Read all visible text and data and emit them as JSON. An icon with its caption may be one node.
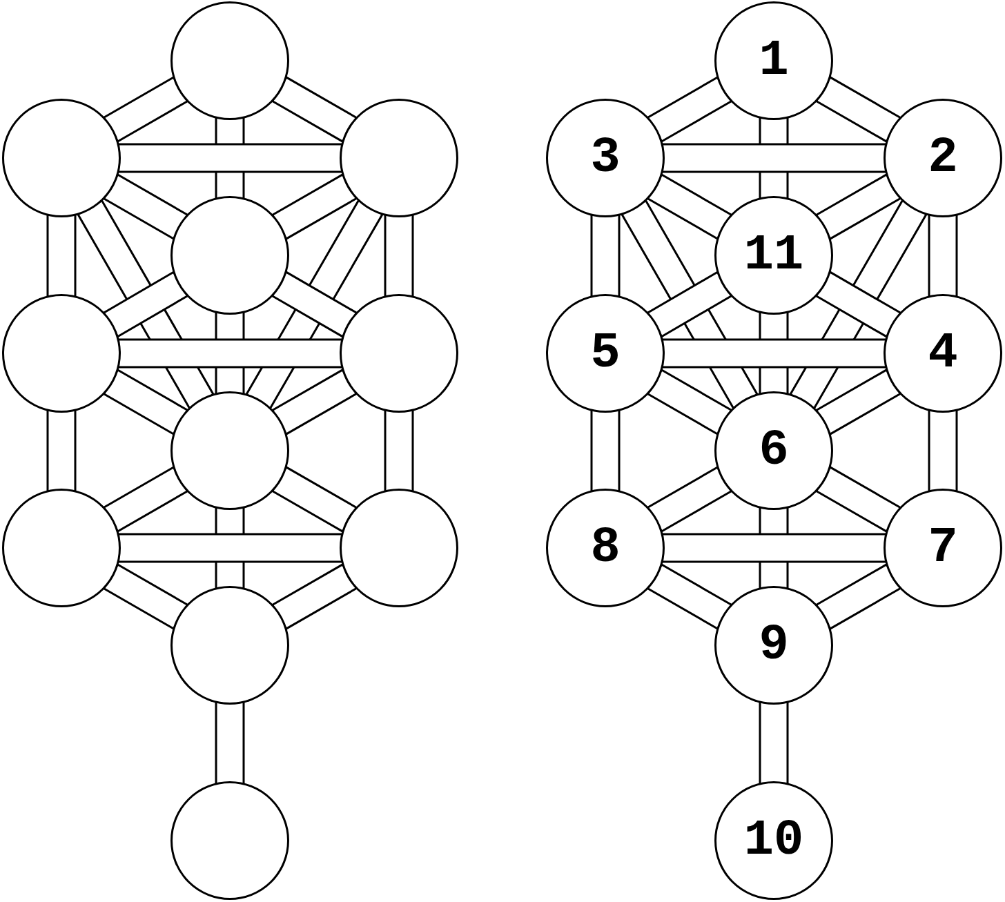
{
  "diagram": {
    "nodes": [
      {
        "text": [],
        "shape": "circle"
      },
      {
        "text": [],
        "shape": "circle"
      },
      {
        "text": [],
        "shape": "circle"
      },
      {
        "text": [],
        "shape": "circle"
      },
      {
        "text": [],
        "shape": "circle"
      },
      {
        "text": [],
        "shape": "circle"
      },
      {
        "text": [],
        "shape": "circle"
      },
      {
        "text": [],
        "shape": "circle"
      },
      {
        "text": [],
        "shape": "circle"
      },
      {
        "text": [],
        "shape": "circle"
      },
      {
        "text": [],
        "shape": "circle"
      },
      {
        "text": [
          "1"
        ]
      },
      {
        "text": [
          "3"
        ]
      },
      {
        "text": [
          "2"
        ]
      },
      {
        "text": [
          "11"
        ]
      },
      {
        "text": [
          "5"
        ]
      },
      {
        "text": [
          "4"
        ]
      },
      {
        "text": [
          "6"
        ]
      },
      {
        "text": [
          "8"
        ]
      },
      {
        "text": [
          "7"
        ]
      },
      {
        "text": [
          "9"
        ]
      },
      {
        "text": [
          "10"
        ]
      }
    ],
    "edges": [
      {
        "from": 0,
        "to": 1,
        "arrow": "none"
      },
      {
        "from": 0,
        "to": 2,
        "arrow": "none"
      },
      {
        "from": 0,
        "to": 3,
        "arrow": "none"
      },
      {
        "from": 1,
        "to": 2,
        "arrow": "none"
      },
      {
        "from": 1,
        "to": 3,
        "arrow": "none"
      },
      {
        "from": 2,
        "to": 3,
        "arrow": "none"
      },
      {
        "from": 1,
        "to": 6,
        "arrow": "none"
      },
      {
        "from": 2,
        "to": 6,
        "arrow": "none"
      },
      {
        "from": 1,
        "to": 4,
        "arrow": "none"
      },
      {
        "from": 2,
        "to": 5,
        "arrow": "none"
      },
      {
        "from": 3,
        "to": 4,
        "arrow": "none"
      },
      {
        "from": 3,
        "to": 5,
        "arrow": "none"
      },
      {
        "from": 3,
        "to": 6,
        "arrow": "none"
      },
      {
        "from": 4,
        "to": 5,
        "arrow": "none"
      },
      {
        "from": 4,
        "to": 6,
        "arrow": "none"
      },
      {
        "from": 5,
        "to": 6,
        "arrow": "none"
      },
      {
        "from": 4,
        "to": 7,
        "arrow": "none"
      },
      {
        "from": 5,
        "to": 8,
        "arrow": "none"
      },
      {
        "from": 6,
        "to": 7,
        "arrow": "none"
      },
      {
        "from": 6,
        "to": 8,
        "arrow": "none"
      },
      {
        "from": 7,
        "to": 8,
        "arrow": "none"
      },
      {
        "from": 6,
        "to": 9,
        "arrow": "none"
      },
      {
        "from": 7,
        "to": 9,
        "arrow": "none"
      },
      {
        "from": 8,
        "to": 9,
        "arrow": "none"
      },
      {
        "from": 9,
        "to": 10,
        "arrow": "none"
      },
      {
        "from": 11,
        "to": 12,
        "arrow": "none"
      },
      {
        "from": 11,
        "to": 13,
        "arrow": "none"
      },
      {
        "from": 11,
        "to": 14,
        "arrow": "none"
      },
      {
        "from": 12,
        "to": 13,
        "arrow": "none"
      },
      {
        "from": 12,
        "to": 14,
        "arrow": "none"
      },
      {
        "from": 13,
        "to": 14,
        "arrow": "none"
      },
      {
        "from": 12,
        "to": 17,
        "arrow": "none"
      },
      {
        "from": 13,
        "to": 17,
        "arrow": "none"
      },
      {
        "from": 12,
        "to": 15,
        "arrow": "none"
      },
      {
        "from": 13,
        "to": 16,
        "arrow": "none"
      },
      {
        "from": 14,
        "to": 15,
        "arrow": "none"
      },
      {
        "from": 14,
        "to": 16,
        "arrow": "none"
      },
      {
        "from": 14,
        "to": 17,
        "arrow": "none"
      },
      {
        "from": 15,
        "to": 16,
        "arrow": "none"
      },
      {
        "from": 15,
        "to": 17,
        "arrow": "none"
      },
      {
        "from": 16,
        "to": 17,
        "arrow": "none"
      },
      {
        "from": 15,
        "to": 18,
        "arrow": "none"
      },
      {
        "from": 16,
        "to": 19,
        "arrow": "none"
      },
      {
        "from": 17,
        "to": 18,
        "arrow": "none"
      },
      {
        "from": 17,
        "to": 19,
        "arrow": "none"
      },
      {
        "from": 18,
        "to": 19,
        "arrow": "none"
      },
      {
        "from": 17,
        "to": 20,
        "arrow": "none"
      },
      {
        "from": 18,
        "to": 20,
        "arrow": "none"
      },
      {
        "from": 19,
        "to": 20,
        "arrow": "none"
      },
      {
        "from": 20,
        "to": 21,
        "arrow": "none"
      }
    ]
  }
}
